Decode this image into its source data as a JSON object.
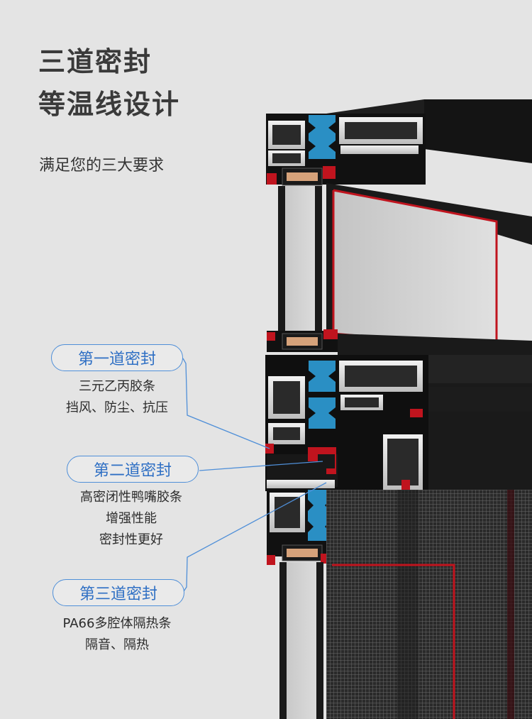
{
  "heading": {
    "line1": "三道密封",
    "line2": "等温线设计"
  },
  "subtitle": "满足您的三大要求",
  "seals": [
    {
      "label": "第一道密封",
      "desc": [
        "三元乙丙胶条",
        "挡风、防尘、抗压"
      ]
    },
    {
      "label": "第二道密封",
      "desc": [
        "高密闭性鸭嘴胶条",
        "增强性能",
        "密封性更好"
      ]
    },
    {
      "label": "第三道密封",
      "desc": [
        "PA66多腔体隔热条",
        "隔音、隔热"
      ]
    }
  ],
  "colors": {
    "background": "#e4e4e4",
    "accent_blue": "#4f8fd8",
    "seal_red": "#c0141e",
    "frame_dark": "#1a1a1a",
    "insulation_blue": "#2a8fc4"
  }
}
